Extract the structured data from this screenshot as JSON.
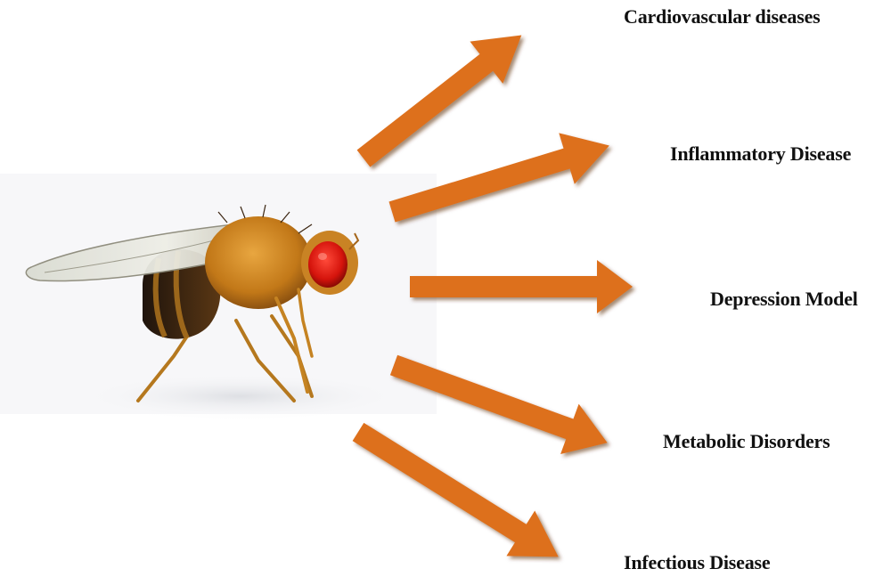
{
  "colors": {
    "arrow": "#dd6f1c",
    "arrow_shadow": "#6e3408",
    "fly_body": "#c9801f",
    "fly_eye": "#e01a10",
    "fly_abdomen": "#2b1d12"
  },
  "figure": {
    "subject_icon": "fruit-fly-drosophila",
    "diseases": [
      "Cardiovascular diseases",
      "Inflammatory Disease",
      "Depression Model",
      "Metabolic Disorders",
      "Infectious Disease"
    ]
  }
}
